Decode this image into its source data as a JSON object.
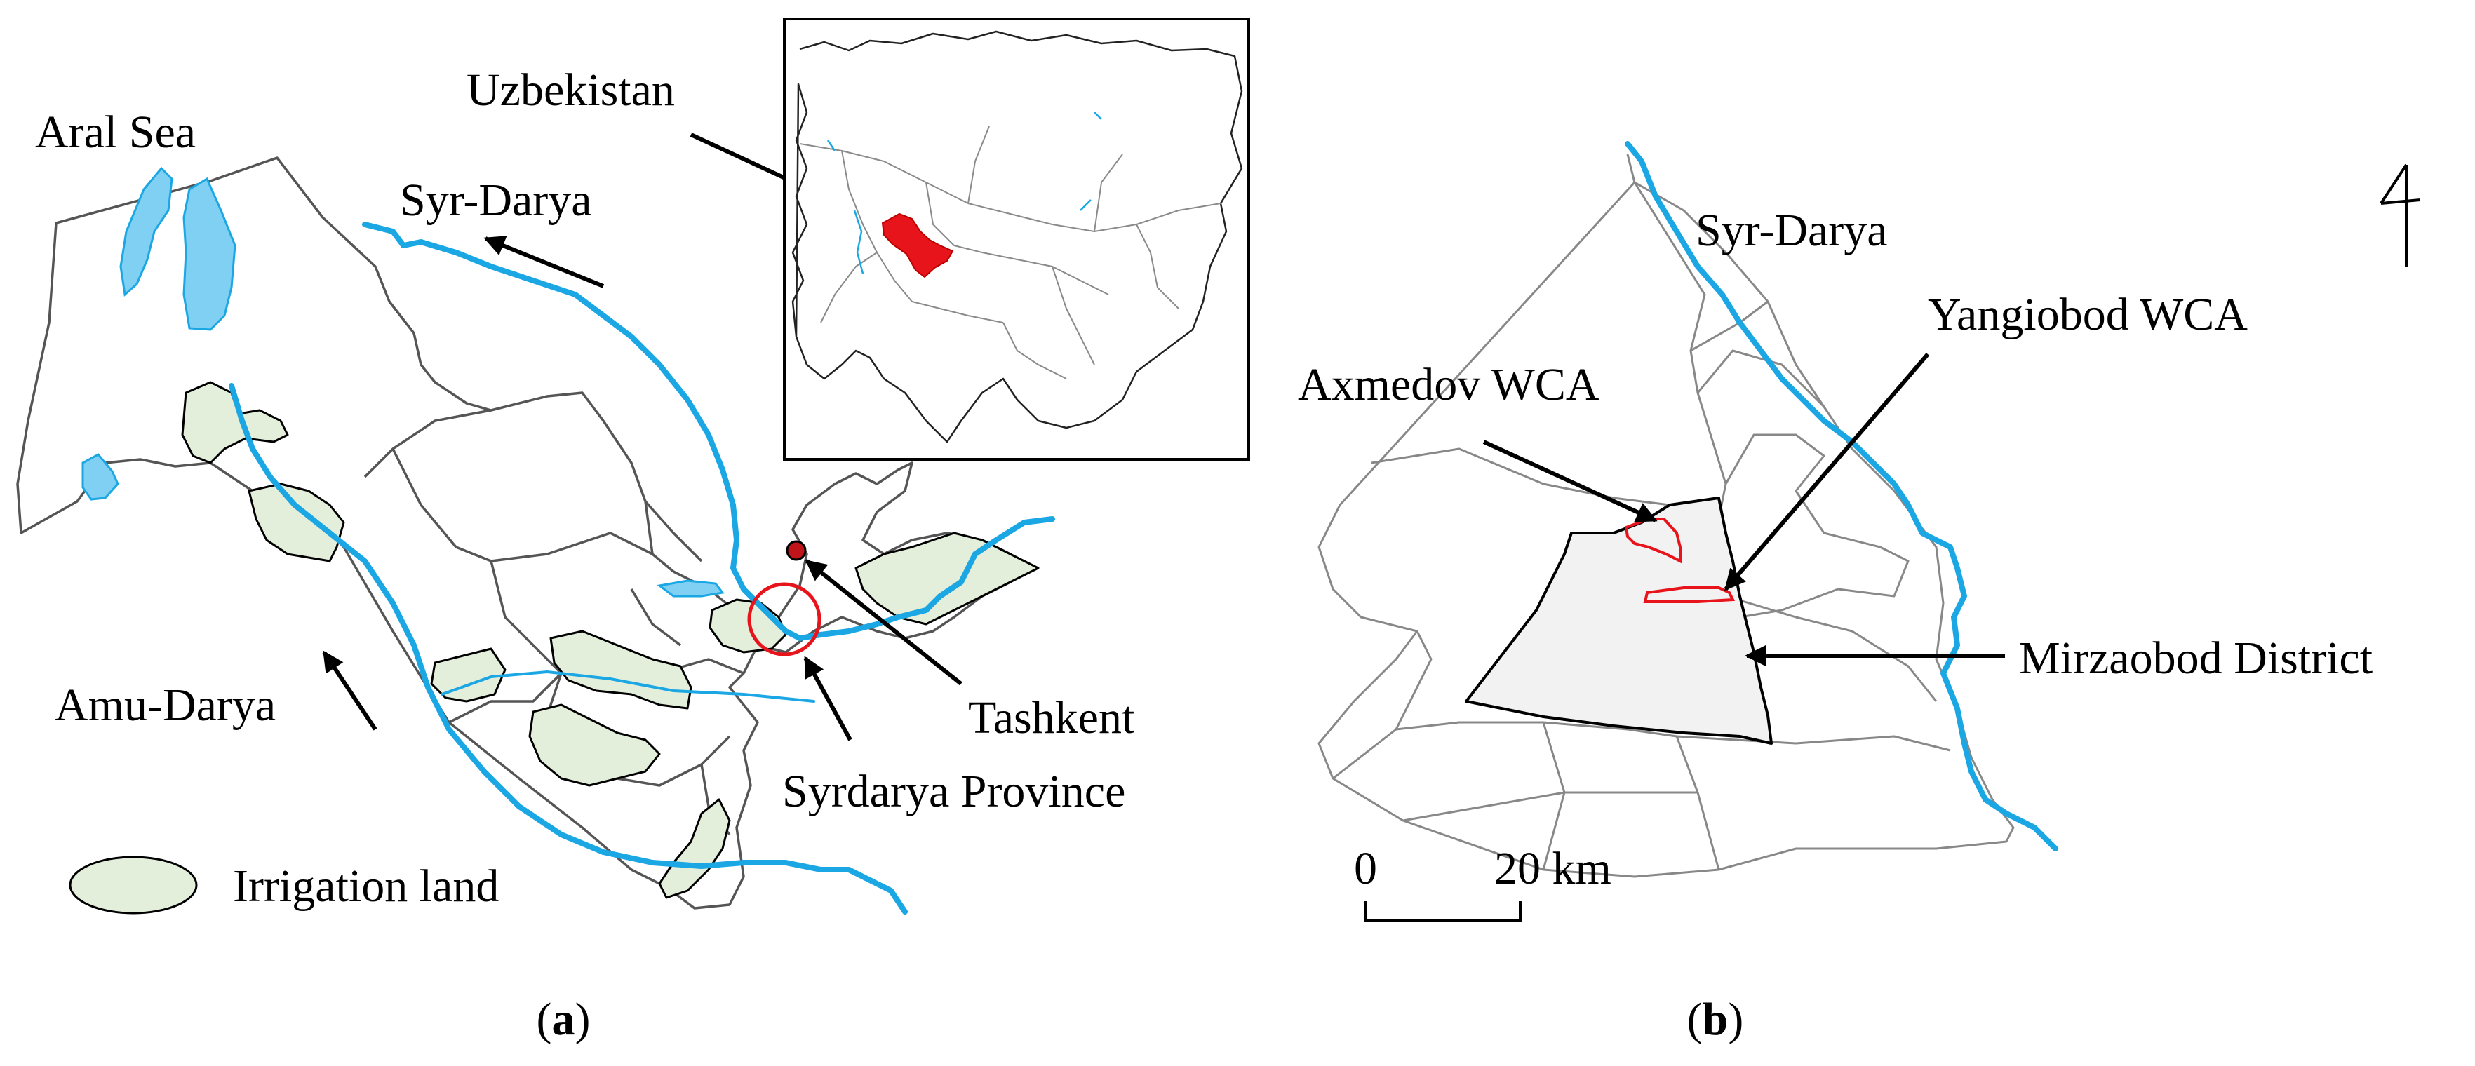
{
  "panel_a": {
    "caption_letter": "a",
    "labels": {
      "aral_sea": "Aral Sea",
      "syr_darya": "Syr-Darya",
      "amu_darya": "Amu-Darya",
      "uzbekistan": "Uzbekistan",
      "tashkent": "Tashkent",
      "syrdarya_province": "Syrdarya Province"
    },
    "legend": {
      "irrigation_land": "Irrigation land"
    }
  },
  "panel_b": {
    "caption_letter": "b",
    "labels": {
      "syr_darya": "Syr-Darya",
      "yangiobod_wca": "Yangiobod WCA",
      "axmedov_wca": "Axmedov WCA",
      "mirzaobod_district": "Mirzaobod District"
    },
    "scale": {
      "start": "0",
      "end": "20 km"
    }
  },
  "colors": {
    "river": "#1aa7e3",
    "lake": "#7fd0f2",
    "irrigation_land": "#e3eedb",
    "highlight_red": "#e8141b",
    "district_fill": "#f2f2f2"
  },
  "icons": {
    "north_arrow": "north-arrow-icon"
  }
}
